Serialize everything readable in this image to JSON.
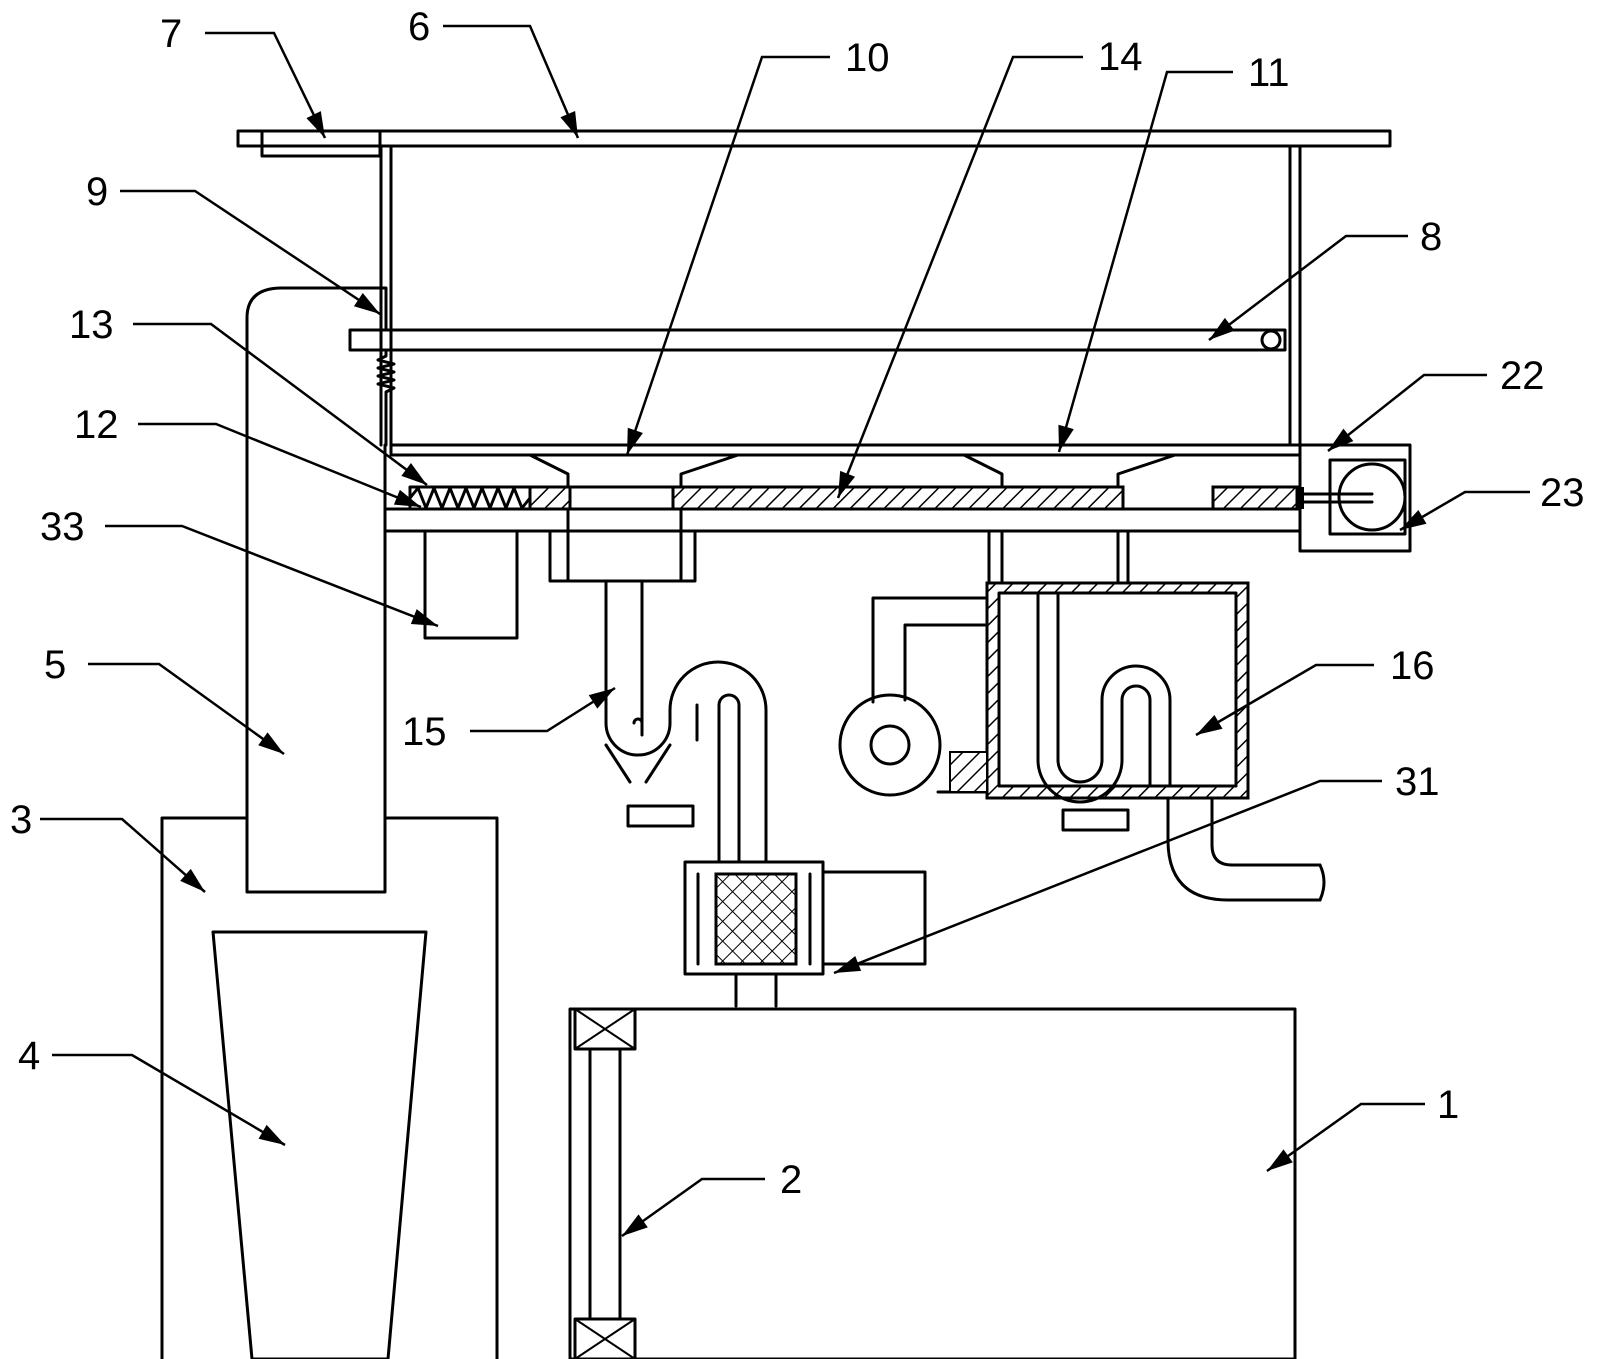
{
  "callouts": [
    {
      "id": "c7",
      "text": "7"
    },
    {
      "id": "c6",
      "text": "6"
    },
    {
      "id": "c10",
      "text": "10"
    },
    {
      "id": "c14",
      "text": "14"
    },
    {
      "id": "c11",
      "text": "11"
    },
    {
      "id": "c9",
      "text": "9"
    },
    {
      "id": "c8",
      "text": "8"
    },
    {
      "id": "c13",
      "text": "13"
    },
    {
      "id": "c22",
      "text": "22"
    },
    {
      "id": "c12",
      "text": "12"
    },
    {
      "id": "c23",
      "text": "23"
    },
    {
      "id": "c33",
      "text": "33"
    },
    {
      "id": "c5",
      "text": "5"
    },
    {
      "id": "c16",
      "text": "16"
    },
    {
      "id": "c15",
      "text": "15"
    },
    {
      "id": "c31",
      "text": "31"
    },
    {
      "id": "c3",
      "text": "3"
    },
    {
      "id": "c4",
      "text": "4"
    },
    {
      "id": "c1",
      "text": "1"
    },
    {
      "id": "c2",
      "text": "2"
    }
  ]
}
